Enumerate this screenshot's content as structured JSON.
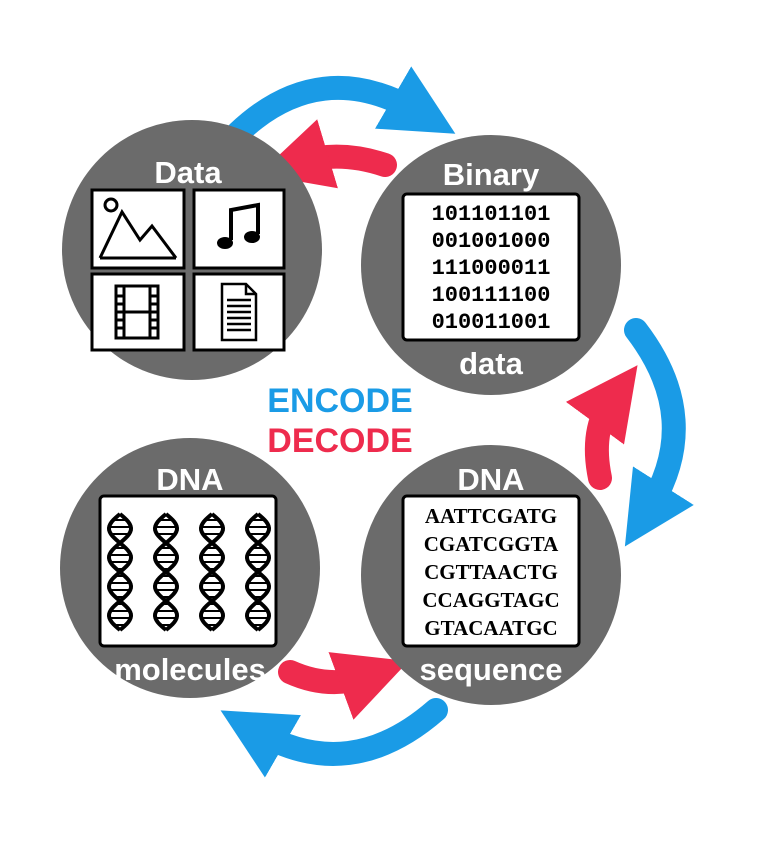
{
  "colors": {
    "node_fill": "#6b6b6b",
    "encode": "#1a9be6",
    "decode": "#ee2b4d",
    "panel": "#ffffff"
  },
  "labels": {
    "encode": "ENCODE",
    "decode": "DECODE"
  },
  "nodes": {
    "data": {
      "title": "Data",
      "icons": [
        "image-icon",
        "music-note-icon",
        "film-icon",
        "document-icon"
      ]
    },
    "binary": {
      "title": "Binary",
      "subtitle": "data",
      "lines": [
        "101101101",
        "001001000",
        "111000011",
        "100111100",
        "010011001"
      ]
    },
    "dna_sequence": {
      "title": "DNA",
      "subtitle": "sequence",
      "lines": [
        "AATTCGATG",
        "CGATCGGTA",
        "CGTTAACTG",
        "CCAGGTAGC",
        "GTACAATGC"
      ]
    },
    "dna_molecules": {
      "title": "DNA",
      "subtitle": "molecules",
      "icons": [
        "dna-helix-icon",
        "dna-helix-icon",
        "dna-helix-icon",
        "dna-helix-icon"
      ]
    }
  }
}
